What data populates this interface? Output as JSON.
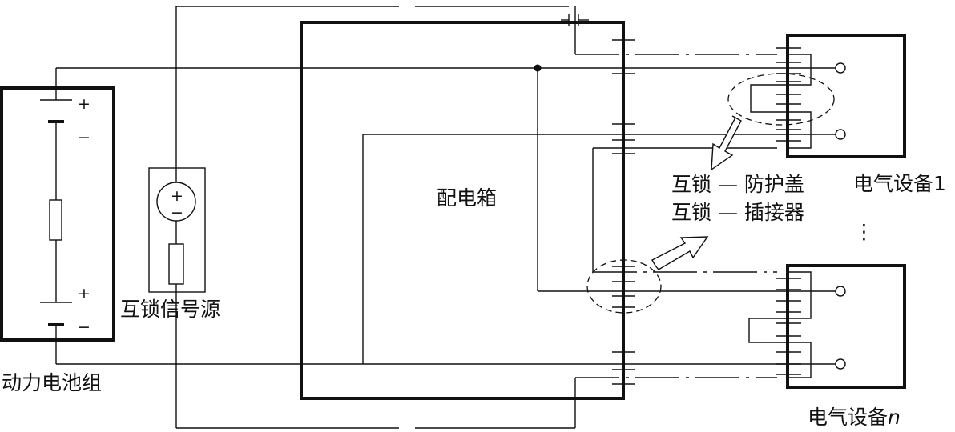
{
  "labels": {
    "battery_pack": "动力电池组",
    "interlock_source": "互锁信号源",
    "distribution_box": "配电箱",
    "interlock_cover": "互锁 — 防护盖",
    "interlock_connector": "互锁 — 插接器",
    "device_1": "电气设备1",
    "device_n_prefix": "电气设备",
    "device_n_suffix": "n",
    "ellipsis": "⋮"
  },
  "symbols": {
    "plus": "+",
    "minus": "−"
  }
}
